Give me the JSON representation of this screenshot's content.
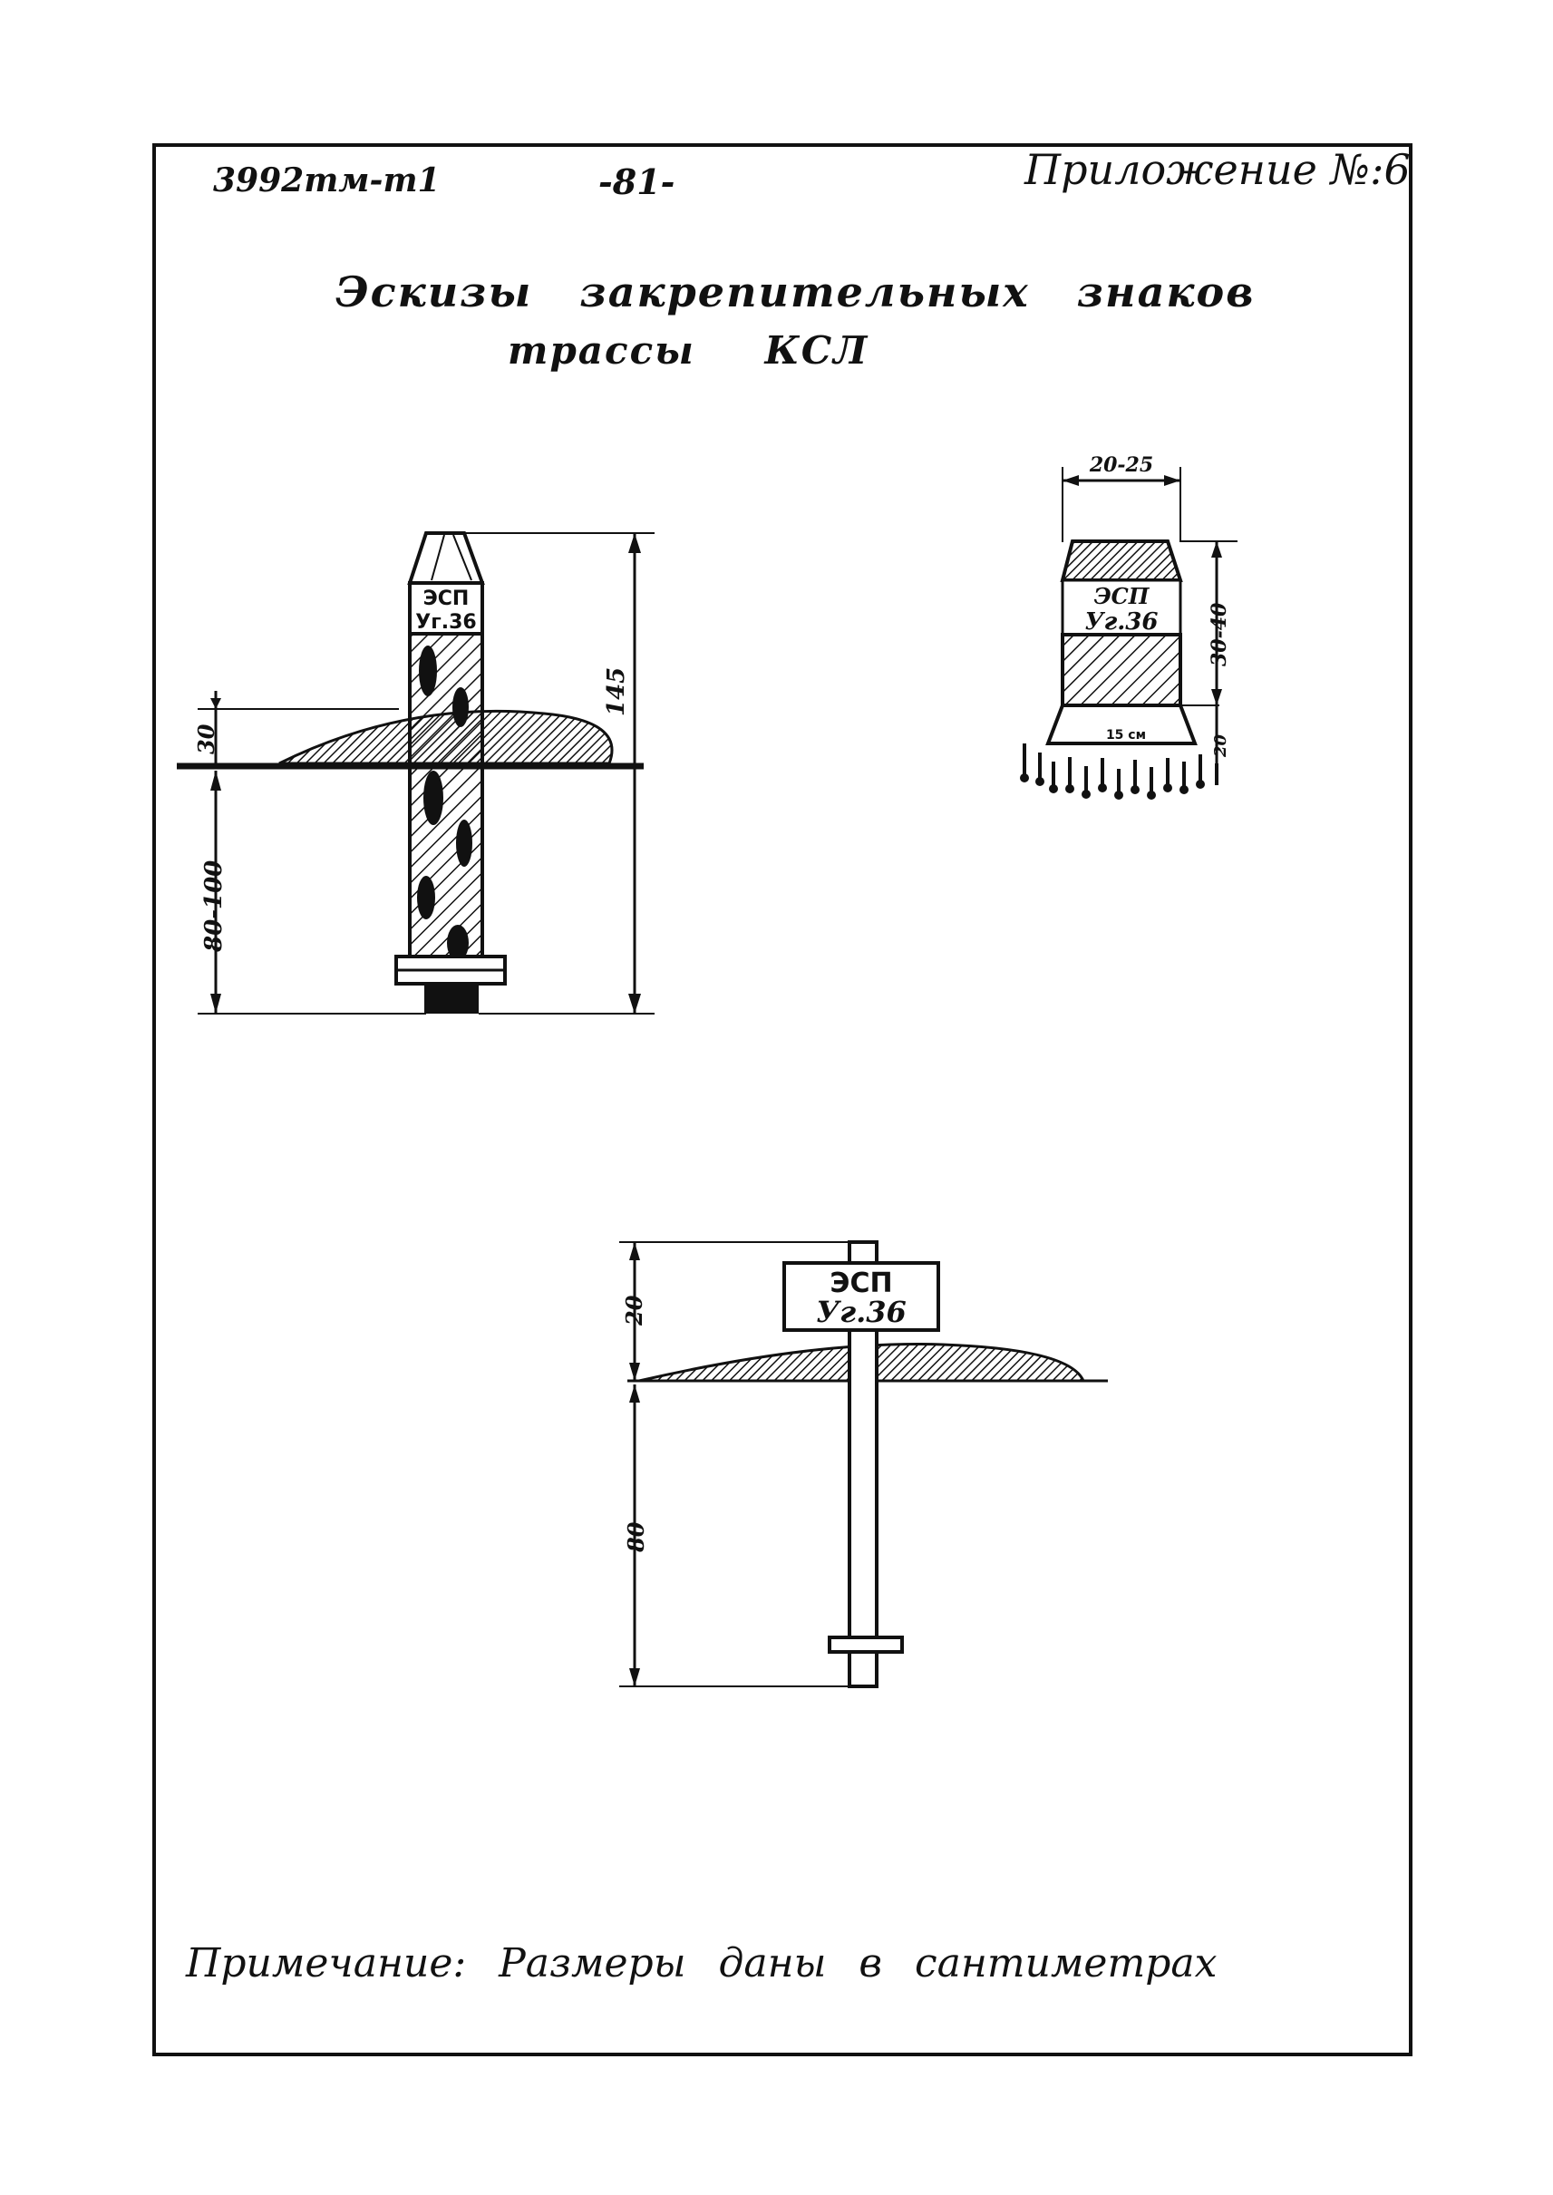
{
  "header": {
    "code": "3992тм-т1",
    "page_number": "-81-",
    "appendix": "Приложение №:6"
  },
  "title": {
    "line1": "Эскизы закрепительных знаков",
    "line2": "трассы КСЛ"
  },
  "sketch_post": {
    "sign_line1": "ЭСП",
    "sign_line2": "Уг.36",
    "dim_mound": "30",
    "dim_total": "145",
    "dim_depth": "80-100"
  },
  "sketch_stone": {
    "sign_line1": "ЭСП",
    "sign_line2": "Уг.36",
    "dim_width": "20-25",
    "dim_height": "30-40",
    "dim_base": "20",
    "small_note": "15 см"
  },
  "sketch_plate": {
    "sign_line1": "ЭСП",
    "sign_line2": "Уг.36",
    "dim_above": "20",
    "dim_depth": "80"
  },
  "note": "Примечание: Размеры даны в сантиметрах",
  "colors": {
    "ink": "#111111",
    "paper": "#ffffff"
  }
}
